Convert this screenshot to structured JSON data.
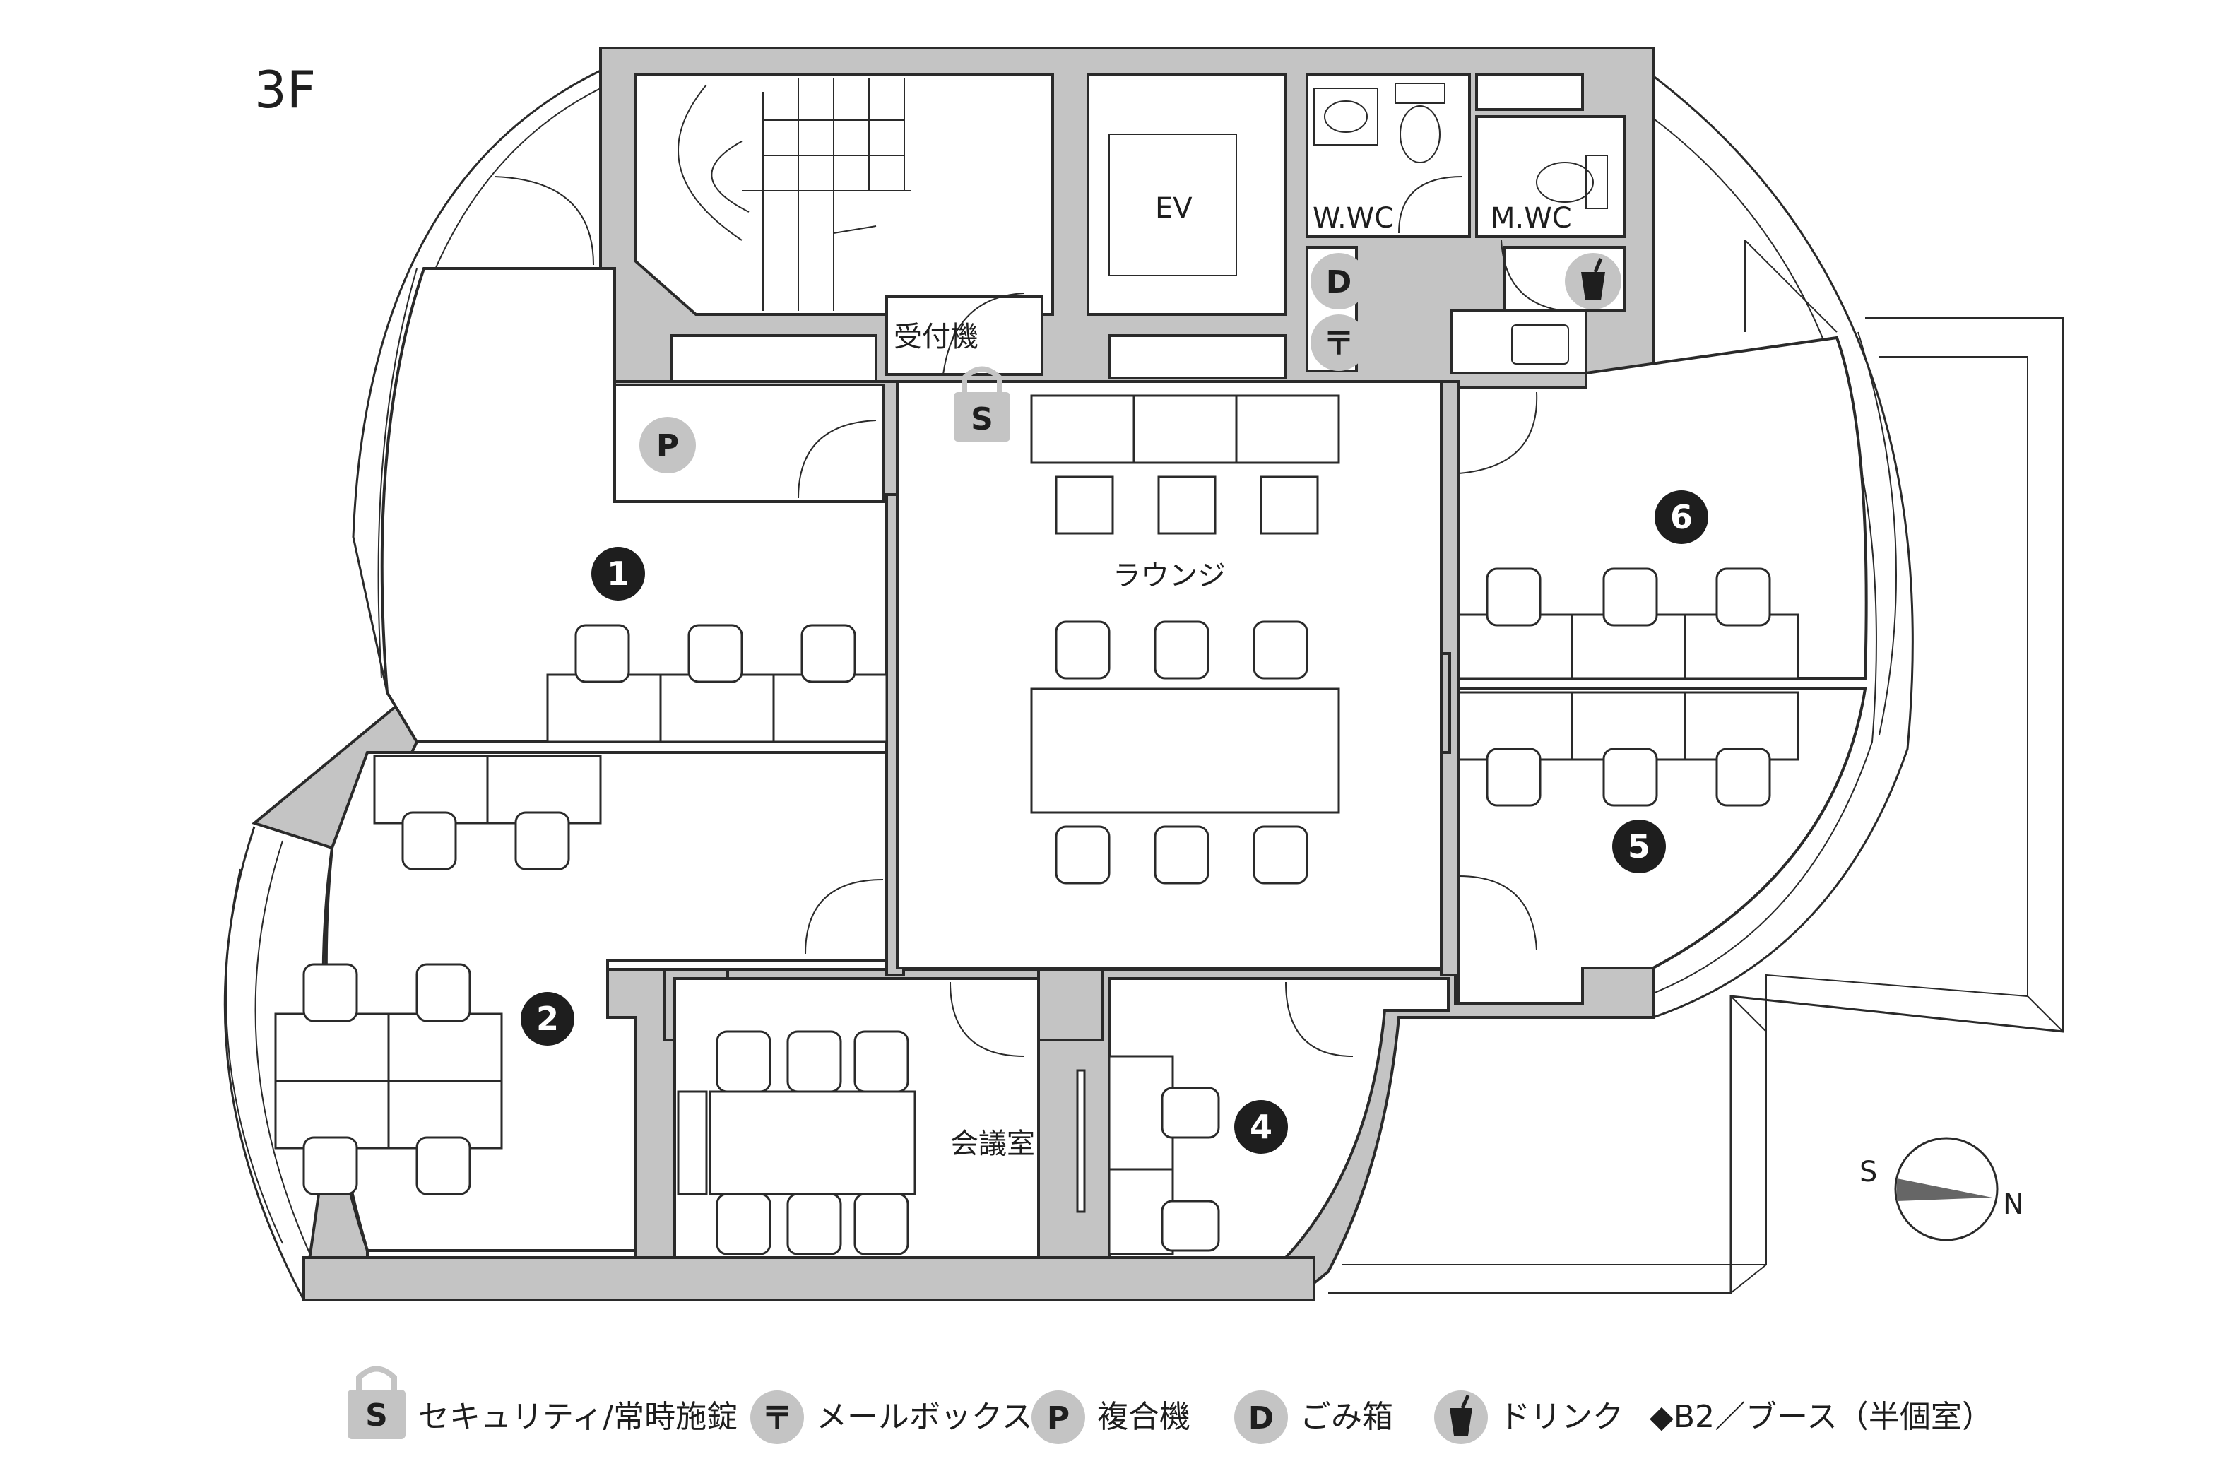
{
  "floor_label": "3F",
  "rooms": {
    "elevator": "EV",
    "women_wc": "W.WC",
    "men_wc": "M.WC",
    "reception": "受付機",
    "lounge": "ラウンジ",
    "meeting": "会議室"
  },
  "booth_numbers": [
    "1",
    "2",
    "4",
    "5",
    "6"
  ],
  "markers": {
    "security": "S",
    "printer": "P",
    "trash": "D",
    "mailbox": "〒"
  },
  "compass": {
    "south": "S",
    "north": "N"
  },
  "legend": {
    "security": {
      "symbol": "S",
      "text": "セキュリティ/常時施錠"
    },
    "mailbox": {
      "symbol": "〒",
      "text": "メールボックス"
    },
    "printer": {
      "symbol": "P",
      "text": "複合機"
    },
    "trash": {
      "symbol": "D",
      "text": "ごみ箱"
    },
    "drink": {
      "text": "ドリンク"
    },
    "booth": {
      "text": "◆B2／ブース（半個室）"
    }
  },
  "colors": {
    "wall": "#c4c4c4",
    "ink": "#1e1e1e"
  }
}
